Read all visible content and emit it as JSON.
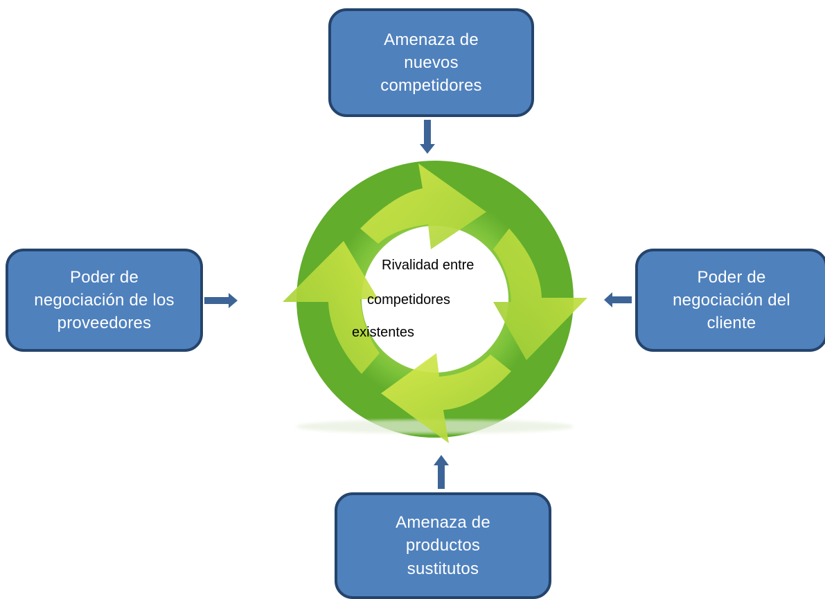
{
  "diagram": {
    "center": {
      "lines": [
        "Rivalidad entre",
        "competidores",
        "existentes"
      ]
    },
    "forces": {
      "top": {
        "lines": [
          "Amenaza de",
          "nuevos",
          "competidores"
        ]
      },
      "left": {
        "lines": [
          "Poder de",
          "negociación de los",
          "proveedores"
        ]
      },
      "right": {
        "lines": [
          "Poder de",
          "negociación del",
          "cliente"
        ]
      },
      "bottom": {
        "lines": [
          "Amenaza de",
          "productos",
          "sustitutos"
        ]
      }
    },
    "colors": {
      "box_fill": "#4f81bd",
      "box_border": "#24446c",
      "arrow": "#3d6497",
      "cycle_light": "#c4dc42",
      "cycle_dark": "#6cb32c"
    }
  }
}
